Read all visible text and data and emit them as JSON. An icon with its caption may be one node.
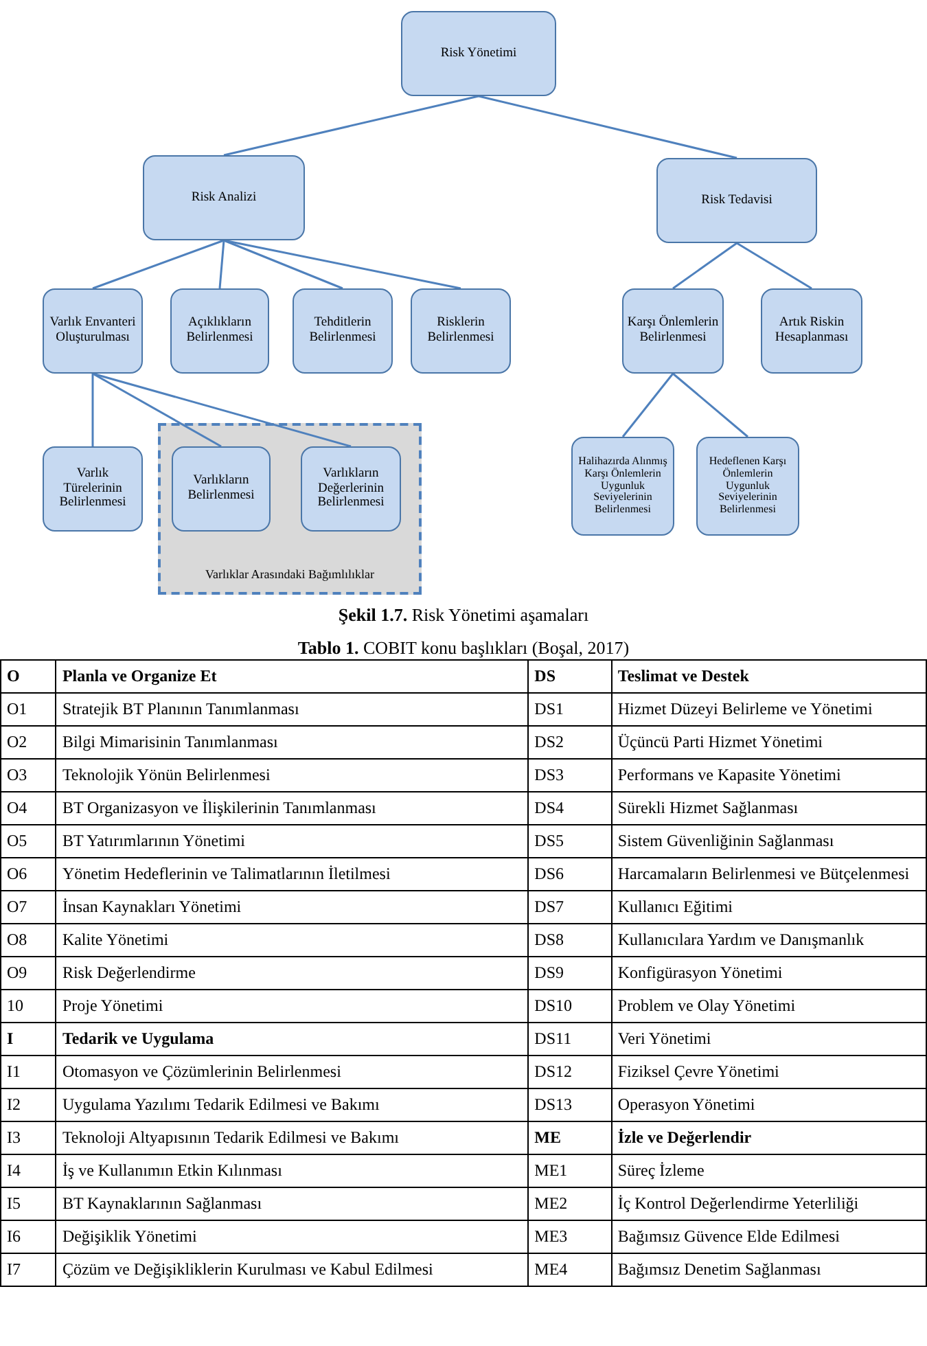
{
  "diagram": {
    "caption": "**Şekil 1.7.** Risk Yönetimi aşamaları",
    "nodes": [
      {
        "text": [
          "Risk Yönetimi"
        ]
      },
      {
        "text": [
          "Risk Analizi"
        ]
      },
      {
        "text": [
          "Risk Tedavisi"
        ]
      },
      {
        "text": [
          "Varlık Envanteri Oluşturulması"
        ]
      },
      {
        "text": [
          "Açıklıkların Belirlenmesi"
        ]
      },
      {
        "text": [
          "Tehditlerin Belirlenmesi"
        ]
      },
      {
        "text": [
          "Risklerin Belirlenmesi"
        ]
      },
      {
        "text": [
          "Karşı Önlemlerin Belirlenmesi"
        ]
      },
      {
        "text": [
          "Artık Riskin Hesaplanması"
        ]
      },
      {
        "text": [
          "Varlık Türelerinin Belirlenmesi"
        ]
      },
      {
        "text": [
          "Varlıklar Arasındaki Bağımlılıklar"
        ]
      },
      {
        "text": [
          "Varlıkların Belirlenmesi"
        ],
        "in": 10
      },
      {
        "text": [
          "Varlıkların Değerlerinin Belirlenmesi"
        ],
        "in": 10
      },
      {
        "text": [
          "Halihazırda Alınmış Karşı Önlemlerin Uygunluk Seviyelerinin Belirlenmesi"
        ]
      },
      {
        "text": [
          "Hedeflenen Karşı Önlemlerin Uygunluk Seviyelerinin Belirlenmesi"
        ]
      }
    ],
    "edges": [
      {
        "from": 0,
        "to": 1,
        "arrow": "none"
      },
      {
        "from": 0,
        "to": 2,
        "arrow": "none"
      },
      {
        "from": 1,
        "to": 3,
        "arrow": "none"
      },
      {
        "from": 1,
        "to": 4,
        "arrow": "none"
      },
      {
        "from": 1,
        "to": 5,
        "arrow": "none"
      },
      {
        "from": 1,
        "to": 6,
        "arrow": "none"
      },
      {
        "from": 2,
        "to": 7,
        "arrow": "none"
      },
      {
        "from": 2,
        "to": 8,
        "arrow": "none"
      },
      {
        "from": 3,
        "to": 9,
        "arrow": "none"
      },
      {
        "from": 3,
        "to": 11,
        "arrow": "none"
      },
      {
        "from": 3,
        "to": 12,
        "arrow": "none"
      },
      {
        "from": 7,
        "to": 13,
        "arrow": "none"
      },
      {
        "from": 7,
        "to": 14,
        "arrow": "none"
      }
    ],
    "labels": [
      "**Tablo 1.** COBIT konu başlıkları (Boşal, 2017)",
      "O",
      "Planla ve Organize Et",
      "DS",
      "Teslimat ve Destek",
      "O1",
      "Stratejik BT Planının Tanımlanması",
      "DS1",
      "Hizmet Düzeyi Belirleme ve Yönetimi",
      "O2",
      "Bilgi Mimarisinin Tanımlanması",
      "DS2",
      "Üçüncü Parti Hizmet Yönetimi",
      "O3",
      "Teknolojik Yönün Belirlenmesi",
      "DS3",
      "Performans ve Kapasite Yönetimi",
      "O4",
      "BT Organizasyon ve İlişkilerinin Tanımlanması",
      "DS4",
      "Sürekli Hizmet Sağlanması",
      "O5",
      "BT Yatırımlarının Yönetimi",
      "DS5",
      "Sistem Güvenliğinin Sağlanması",
      "O6",
      "Yönetim Hedeflerinin ve Talimatlarının İletilmesi",
      "DS6",
      "Harcamaların Belirlenmesi ve Bütçelenmesi",
      "O7",
      "İnsan Kaynakları Yönetimi",
      "DS7",
      "Kullanıcı Eğitimi",
      "O8",
      "Kalite Yönetimi",
      "DS8",
      "Kullanıcılara Yardım ve Danışmanlık",
      "O9",
      "Risk Değerlendirme",
      "DS9",
      "Konfigürasyon Yönetimi",
      "10",
      "Proje Yönetimi",
      "DS10",
      "Problem ve Olay Yönetimi",
      "I",
      "Tedarik ve Uygulama",
      "DS11",
      "Veri Yönetimi",
      "I1",
      "Otomasyon ve Çözümlerinin Belirlenmesi",
      "DS12",
      "Fiziksel Çevre Yönetimi",
      "I2",
      "Uygulama Yazılımı Tedarik Edilmesi ve Bakımı",
      "DS13",
      "Operasyon Yönetimi",
      "I3",
      "Teknoloji Altyapısının Tedarik Edilmesi ve Bakımı",
      "ME",
      "İzle ve Değerlendir",
      "I4",
      "İş ve Kullanımın Etkin Kılınması",
      "ME1",
      "Süreç İzleme",
      "I5",
      "BT Kaynaklarının Sağlanması",
      "ME2",
      "İç Kontrol Değerlendirme Yeterliliği",
      "I6",
      "Değişiklik Yönetimi",
      "ME3",
      "Bağımsız Güvence Elde Edilmesi",
      "I7",
      "Çözüm ve Değişikliklerin Kurulması ve Kabul Edilmesi",
      "ME4",
      "Bağımsız Denetim Sağlanması"
    ]
  }
}
